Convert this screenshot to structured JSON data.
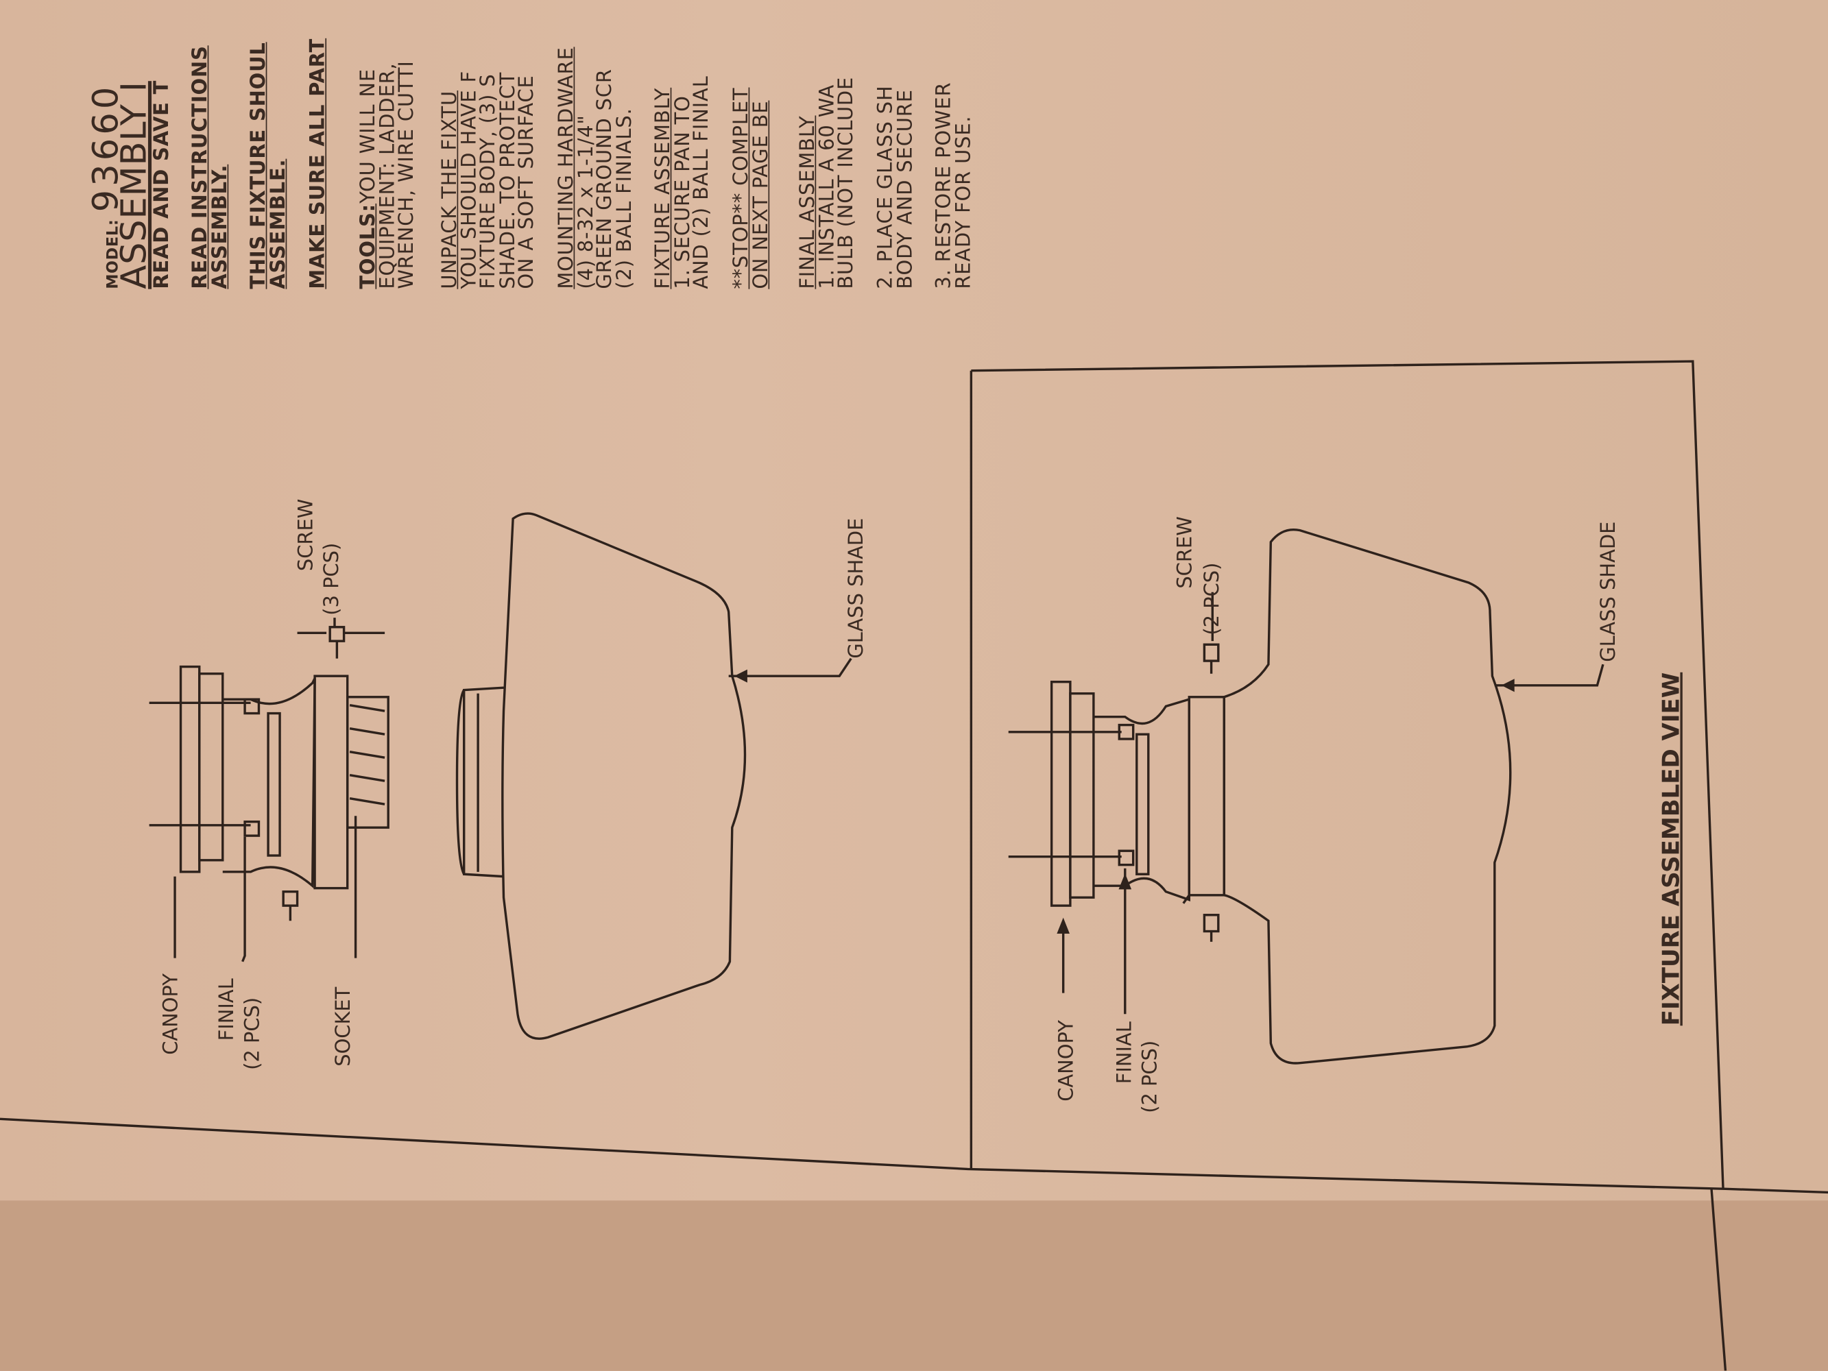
{
  "document": {
    "model_label": "MODEL:",
    "model_number": "93660",
    "title": "ASSEMBLY I",
    "subtitle": "READ AND SAVE T",
    "paragraphs": [
      {
        "lines": [
          "READ INSTRUCTIONS",
          "ASSEMBLY."
        ],
        "underlined": true
      },
      {
        "lines": [
          "THIS FIXTURE SHOUL",
          "ASSEMBLE."
        ],
        "underlined": true
      },
      {
        "lines": [
          "MAKE SURE ALL PART"
        ],
        "underlined": true
      }
    ],
    "tools": {
      "heading": "TOOLS:",
      "lines": [
        "YOU WILL NE",
        "EQUIPMENT: LADDER,",
        "WRENCH, WIRE CUTTI"
      ]
    },
    "unpack": {
      "heading": "UNPACK THE FIXTU",
      "lines": [
        "YOU SHOULD HAVE F",
        "FIXTURE BODY, (3) S",
        "SHADE. TO PROTECT",
        "ON A SOFT SURFACE"
      ]
    },
    "mounting": {
      "heading": "MOUNTING HARDWARE",
      "lines": [
        "(4) 8-32 x 1-1/4\"",
        "GREEN GROUND SCR",
        "(2) BALL FINIALS."
      ]
    },
    "fixture_assembly": {
      "heading": "FIXTURE ASSEMBLY",
      "lines": [
        "1. SECURE PAN TO",
        "AND (2) BALL FINIAL"
      ]
    },
    "stop": {
      "lines": [
        "**STOP** COMPLET",
        "ON NEXT PAGE BE"
      ]
    },
    "final_assembly": {
      "heading": "FINAL ASSEMBLY",
      "steps": [
        [
          "1. INSTALL A 60 WA",
          "BULB (NOT INCLUDE"
        ],
        [
          "2. PLACE GLASS SH",
          "BODY AND SECURE"
        ],
        [
          "3. RESTORE POWER",
          "READY FOR USE."
        ]
      ]
    }
  },
  "diagram_exploded": {
    "labels": {
      "canopy": "CANOPY",
      "finial": "FINIAL",
      "finial_qty": "(2 PCS)",
      "socket": "SOCKET",
      "screw": "SCREW",
      "screw_qty": "(3 PCS)",
      "glass_shade": "GLASS SHADE"
    }
  },
  "diagram_assembled": {
    "labels": {
      "canopy": "CANOPY",
      "finial": "FINIAL",
      "finial_qty": "(2 PCS)",
      "screw": "SCREW",
      "screw_qty": "(2 PCS)",
      "glass_shade": "GLASS SHADE"
    },
    "caption": "FIXTURE ASSEMBLED VIEW"
  }
}
